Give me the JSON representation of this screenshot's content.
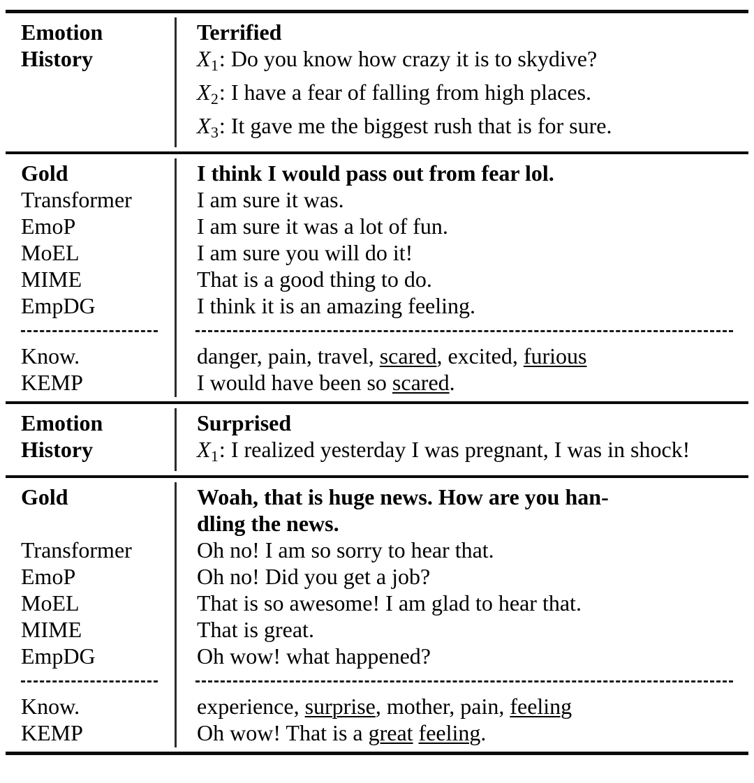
{
  "table": {
    "label_column": {
      "emotion": "Emotion",
      "history": "History",
      "gold": "Gold",
      "transformer": "Transformer",
      "emop": "EmoP",
      "moel": "MoEL",
      "mime": "MIME",
      "empdg": "EmpDG",
      "know": "Know.",
      "kemp": "KEMP"
    },
    "examples": [
      {
        "emotion": "Terrified",
        "history": [
          {
            "speaker_var": "X",
            "speaker_index": "1",
            "text": "Do you know how crazy it is to skydive?"
          },
          {
            "speaker_var": "X",
            "speaker_index": "2",
            "text": "I have a fear of falling from high places."
          },
          {
            "speaker_var": "X",
            "speaker_index": "3",
            "text": "It gave me the biggest rush that is for sure."
          }
        ],
        "gold": "I think I would pass out from fear lol.",
        "responses": {
          "transformer": "I am sure it was.",
          "emop": "I am sure it was a lot of fun.",
          "moel": "I am sure you will do it!",
          "mime": "That is a good thing to do.",
          "empdg": "I think it is an amazing feeling."
        },
        "knowledge": {
          "prefix": "danger, pain, travel, ",
          "keyword_1": "scared",
          "middle": ", excited, ",
          "keyword_2": "furious",
          "suffix": ""
        },
        "kemp": {
          "prefix": "I would have been so ",
          "keyword_1": "scared",
          "suffix": "."
        }
      },
      {
        "emotion": "Surprised",
        "history": [
          {
            "speaker_var": "X",
            "speaker_index": "1",
            "text": "I realized yesterday I was pregnant, I was in shock!"
          }
        ],
        "gold": "Woah, that is huge news. How are you handling the news.",
        "gold_line_1": "Woah, that is huge news. How are you han-",
        "gold_line_2": "dling the news.",
        "responses": {
          "transformer": "Oh no! I am so sorry to hear that.",
          "emop": "Oh no! Did you get a job?",
          "moel": "That is so awesome! I am glad to hear that.",
          "mime": "That is great.",
          "empdg": "Oh wow! what happened?"
        },
        "knowledge": {
          "prefix": "experience, ",
          "keyword_1": "surprise",
          "middle": ", mother, pain, ",
          "keyword_2": "feeling",
          "suffix": ""
        },
        "kemp": {
          "prefix": "Oh wow! That is a ",
          "keyword_1": "great",
          "mid": " ",
          "keyword_2": "feeling",
          "suffix": "."
        }
      }
    ]
  }
}
